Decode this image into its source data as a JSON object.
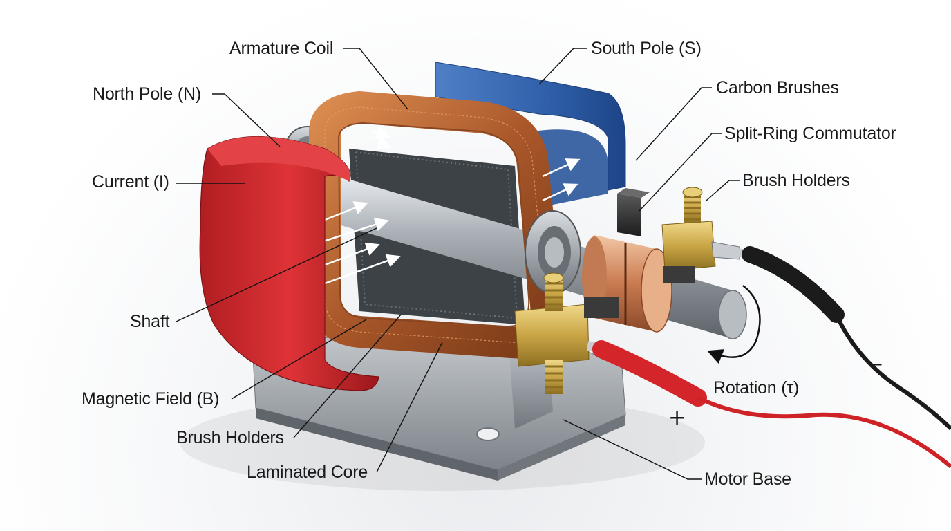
{
  "labels": {
    "armature_coil": "Armature Coil",
    "south_pole": "South Pole (S)",
    "north_pole": "North Pole (N)",
    "carbon_brushes": "Carbon Brushes",
    "split_ring": "Split-Ring Commutator",
    "brush_holders_top": "Brush Holders",
    "current": "Current (I)",
    "shaft": "Shaft",
    "magnetic_field": "Magnetic Field (B)",
    "brush_holders_bottom": "Brush Holders",
    "laminated_core": "Laminated Core",
    "rotation": "Rotation (τ)",
    "motor_base": "Motor Base",
    "plus": "+",
    "minus": "–"
  },
  "colors": {
    "north_pole": "#c8252a",
    "south_pole": "#2f5fa8",
    "copper": "#b4622c",
    "steel": "#9aa0a6",
    "brass": "#c9a545",
    "red_lead": "#d4252b",
    "black_lead": "#1b1b1b"
  }
}
